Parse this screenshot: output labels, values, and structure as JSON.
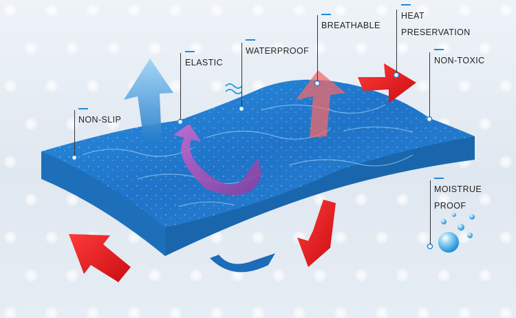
{
  "features": [
    {
      "id": "non-slip",
      "lines": [
        "NON-SLIP"
      ]
    },
    {
      "id": "elastic",
      "lines": [
        "ELASTIC"
      ]
    },
    {
      "id": "waterproof",
      "lines": [
        "WATERPROOF"
      ]
    },
    {
      "id": "breathable",
      "lines": [
        "BREATHABLE"
      ]
    },
    {
      "id": "heat-preservation",
      "lines": [
        "HEAT",
        "PRESERVATION"
      ]
    },
    {
      "id": "non-toxic",
      "lines": [
        "NON-TOXIC"
      ]
    },
    {
      "id": "moisture-proof",
      "lines": [
        "MOISTRUE",
        "PROOF"
      ]
    }
  ],
  "colors": {
    "accent_dash": "#1e8ad6",
    "sheet_top": "#1f7fd0",
    "sheet_side": "#1a6fb8",
    "arrow_red": "#e8151b",
    "arrow_blue": "#5aaee6",
    "arrow_purple": "#b04aa6"
  },
  "icons": [
    "wave-icon",
    "water-bubbles-icon"
  ]
}
